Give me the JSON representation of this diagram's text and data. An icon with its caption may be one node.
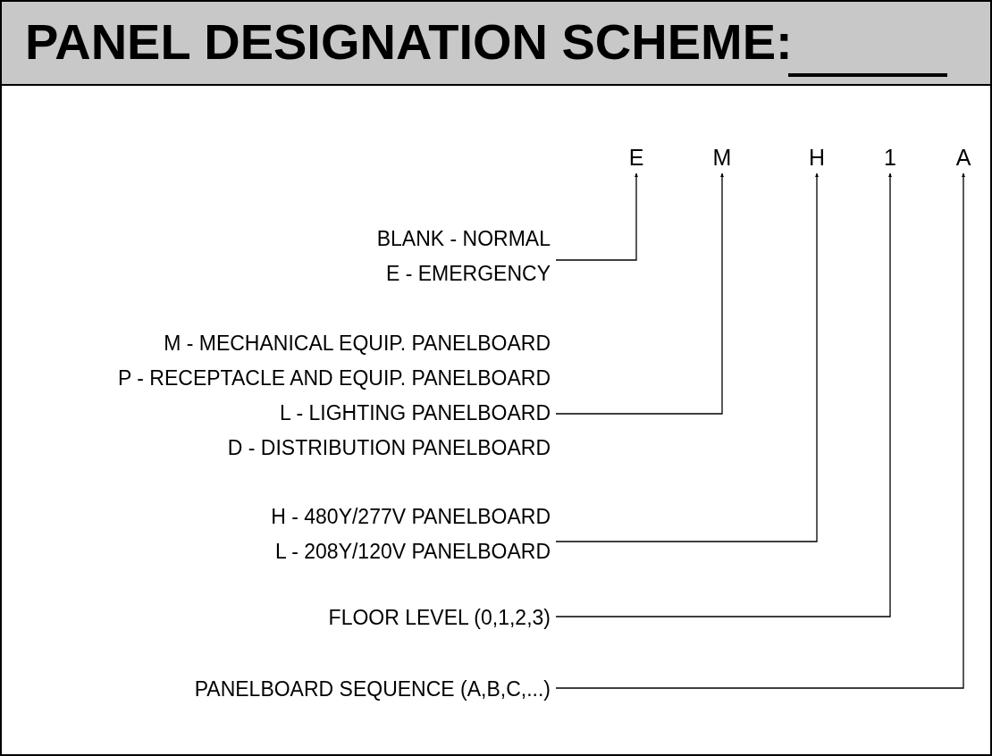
{
  "diagram": {
    "title": "PANEL DESIGNATION SCHEME:",
    "nodes": [
      {
        "text": [
          "E"
        ]
      },
      {
        "text": [
          "M"
        ]
      },
      {
        "text": [
          "H"
        ]
      },
      {
        "text": [
          "1"
        ]
      },
      {
        "text": [
          "A"
        ]
      },
      {
        "text": [
          "BLANK - NORMAL",
          "E - EMERGENCY"
        ]
      },
      {
        "text": [
          "M - MECHANICAL EQUIP. PANELBOARD",
          "P - RECEPTACLE AND EQUIP. PANELBOARD",
          "L - LIGHTING PANELBOARD",
          "D - DISTRIBUTION PANELBOARD"
        ]
      },
      {
        "text": [
          "H - 480Y/277V PANELBOARD",
          "L - 208Y/120V PANELBOARD"
        ]
      },
      {
        "text": [
          "FLOOR LEVEL (0,1,2,3)"
        ]
      },
      {
        "text": [
          "PANELBOARD SEQUENCE (A,B,C,...)"
        ]
      }
    ],
    "edges": [
      {
        "from": 5,
        "to": 0,
        "arrow": "to"
      },
      {
        "from": 6,
        "to": 1,
        "arrow": "to"
      },
      {
        "from": 7,
        "to": 2,
        "arrow": "to"
      },
      {
        "from": 8,
        "to": 3,
        "arrow": "to"
      },
      {
        "from": 9,
        "to": 4,
        "arrow": "to"
      }
    ]
  }
}
